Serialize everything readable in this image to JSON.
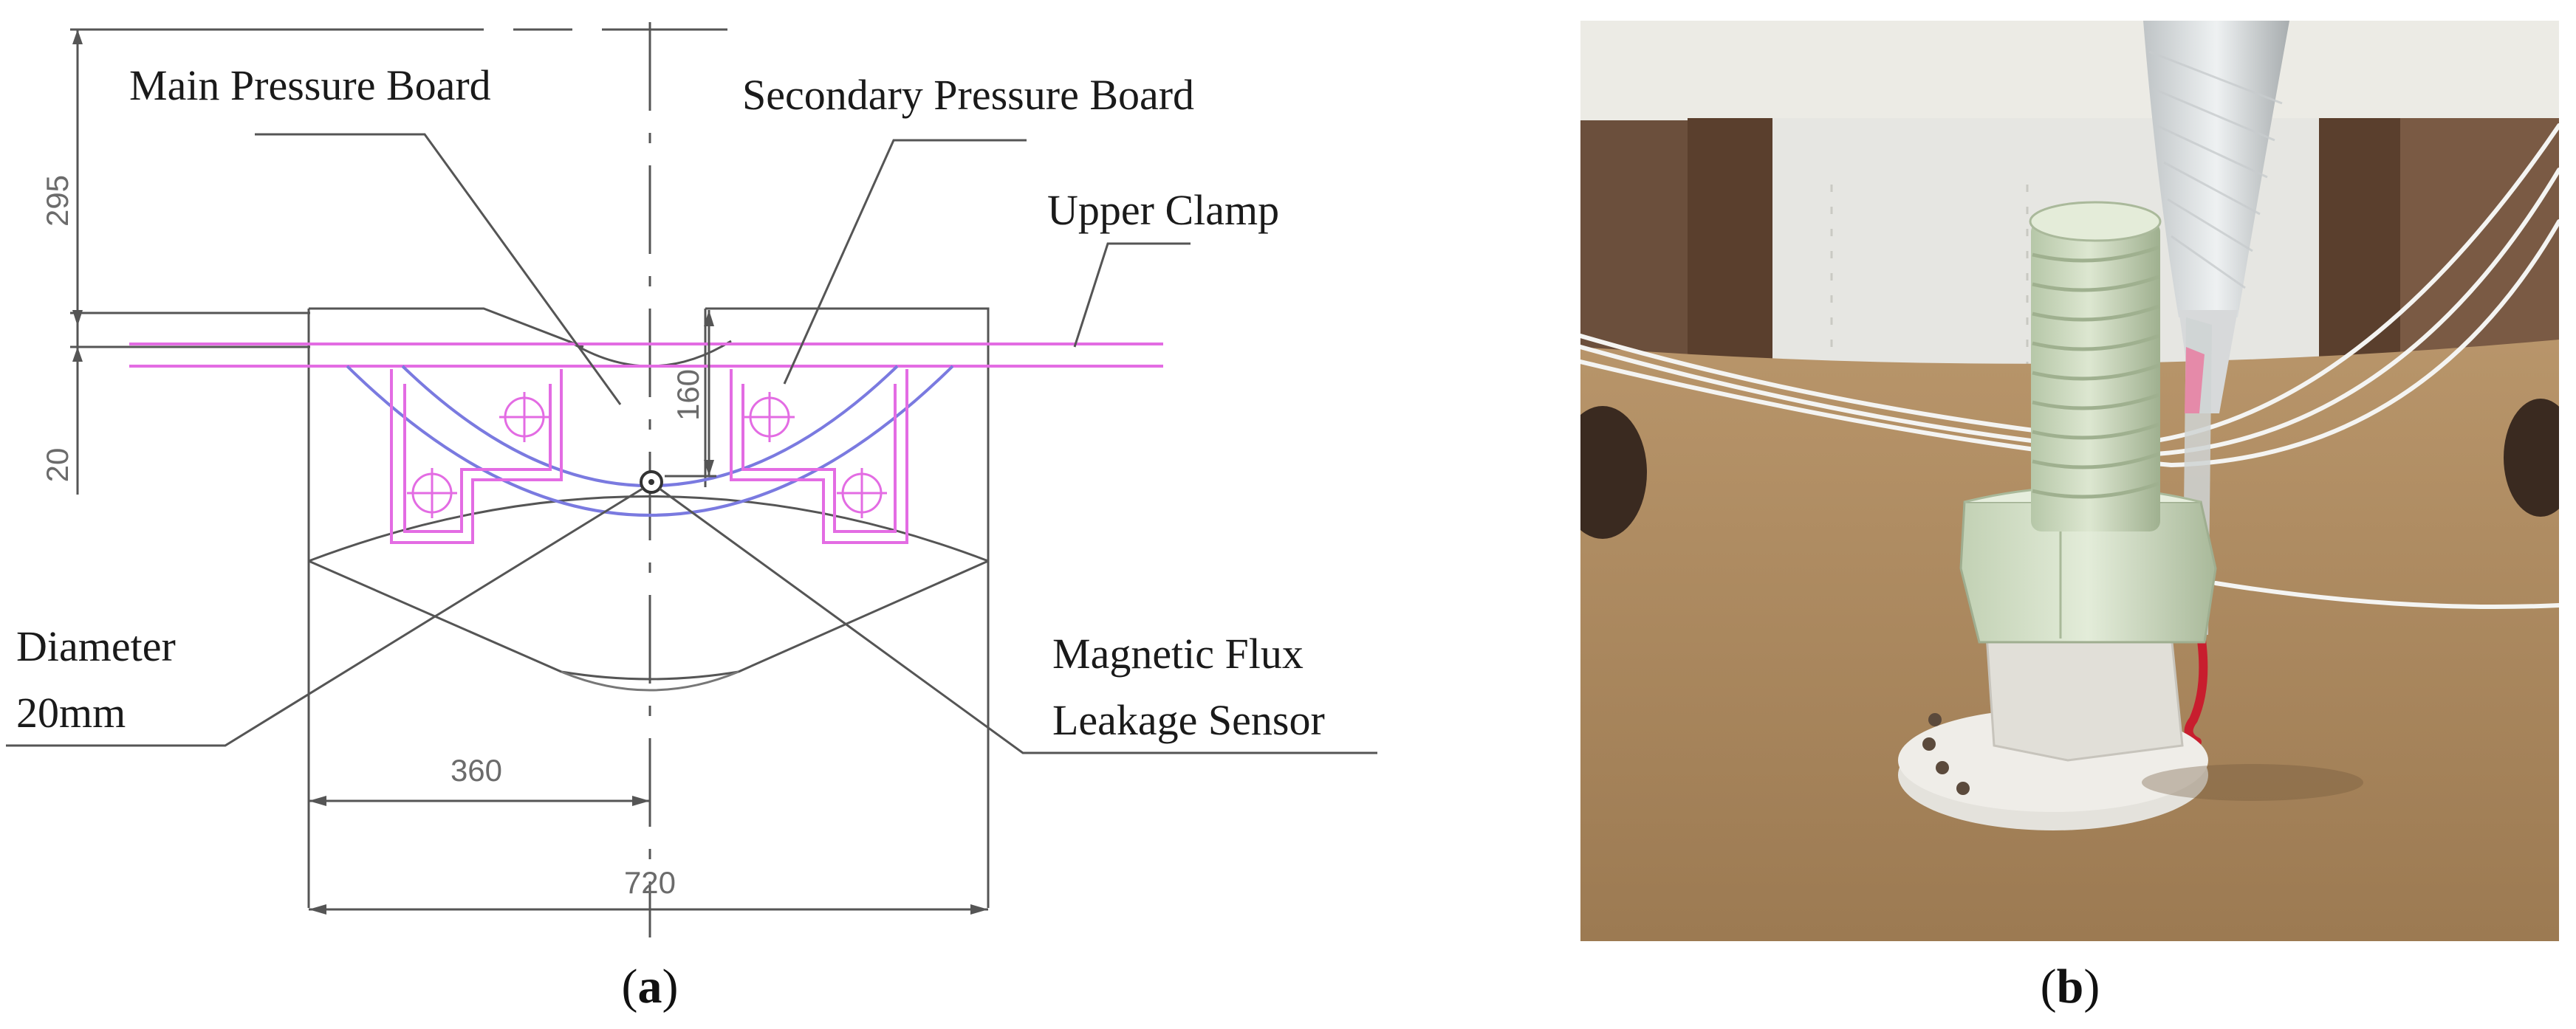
{
  "panel_a": {
    "labels": {
      "main_pressure_board": "Main Pressure Board",
      "secondary_pressure_board": "Secondary Pressure Board",
      "upper_clamp": "Upper Clamp",
      "diameter_line1": "Diameter",
      "diameter_line2": "20mm",
      "mfl_line1": "Magnetic Flux",
      "mfl_line2": "Leakage Sensor"
    },
    "dimensions": {
      "d295": "295",
      "d20": "20",
      "d160": "160",
      "d360": "360",
      "d720": "720"
    },
    "caption": {
      "open": "(",
      "letter": "a",
      "close": ")"
    }
  },
  "panel_b": {
    "caption": {
      "open": "(",
      "letter": "b",
      "close": ")"
    }
  },
  "colors": {
    "drawing_line": "#444444",
    "magenta": "#e36ce3",
    "blue_arc": "#7a7ae0",
    "photo_wood": "#a8865d",
    "photo_wall": "#e9e9e3",
    "part_green": "#c9d7bd"
  }
}
